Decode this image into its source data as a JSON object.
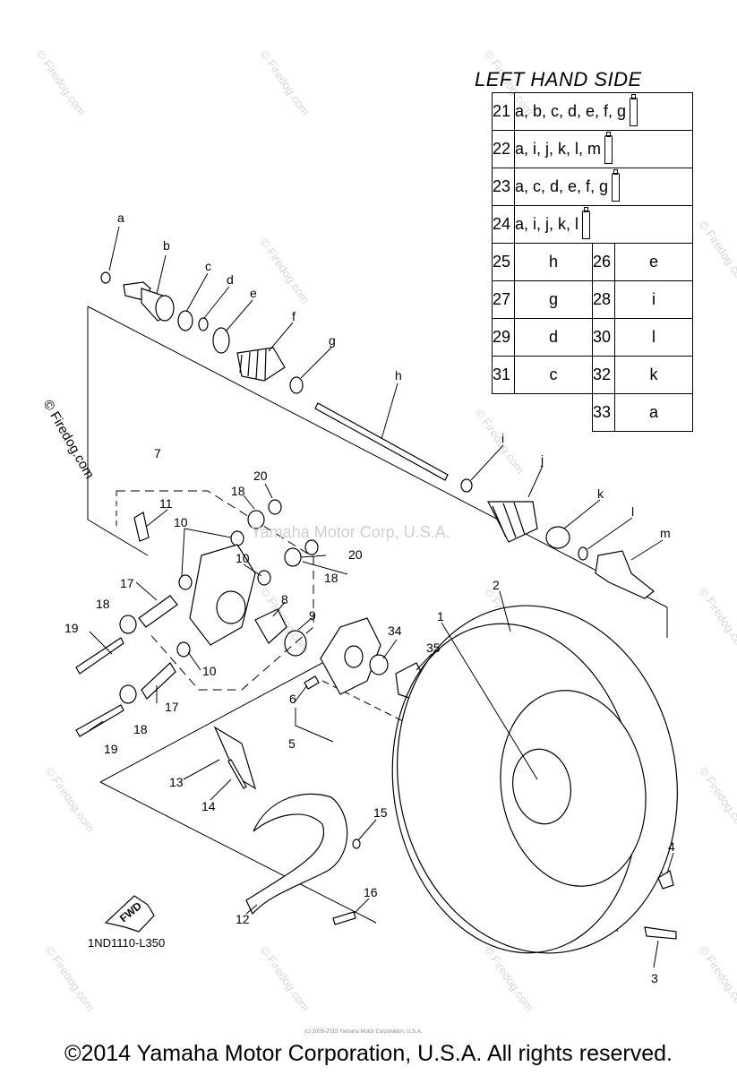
{
  "table": {
    "title": "LEFT HAND SIDE",
    "full_rows": [
      {
        "num": "21",
        "value": "a, b, c, d, e, f, g",
        "icon": "grease-tube-icon"
      },
      {
        "num": "22",
        "value": "a, i, j, k, l, m",
        "icon": "grease-tube-icon"
      },
      {
        "num": "23",
        "value": "a, c, d, e, f, g",
        "icon": "grease-tube-icon"
      },
      {
        "num": "24",
        "value": "a, i, j, k, l",
        "icon": "grease-tube-icon"
      }
    ],
    "pair_rows": [
      {
        "n1": "25",
        "v1": "h",
        "n2": "26",
        "v2": "e"
      },
      {
        "n1": "27",
        "v1": "g",
        "n2": "28",
        "v2": "i"
      },
      {
        "n1": "29",
        "v1": "d",
        "n2": "30",
        "v2": "l"
      },
      {
        "n1": "31",
        "v1": "c",
        "n2": "32",
        "v2": "k"
      },
      {
        "n1": "",
        "v1": "",
        "n2": "33",
        "v2": "a"
      }
    ]
  },
  "labels": {
    "a": "a",
    "b": "b",
    "c": "c",
    "d": "d",
    "e": "e",
    "f": "f",
    "g": "g",
    "h": "h",
    "i": "i",
    "j": "j",
    "k": "k",
    "l": "l",
    "m": "m",
    "p1": "1",
    "p2": "2",
    "p3": "3",
    "p4": "4",
    "p5": "5",
    "p6": "6",
    "p7": "7",
    "p8": "8",
    "p9": "9",
    "p10a": "10",
    "p10b": "10",
    "p10c": "10",
    "p11": "11",
    "p12": "12",
    "p13": "13",
    "p14": "14",
    "p15": "15",
    "p16": "16",
    "p17a": "17",
    "p17b": "17",
    "p18a": "18",
    "p18b": "18",
    "p18c": "18",
    "p18d": "18",
    "p19a": "19",
    "p19b": "19",
    "p20a": "20",
    "p20b": "20",
    "p34": "34",
    "p35": "35"
  },
  "watermark": "© Firedog.com",
  "center_watermark": "Yamaha Motor Corp, U.S.A.",
  "fwd_label": "FWD",
  "part_code": "1ND1110-L350",
  "tiny_credit": "(c) 2005-2015 Yamaha Motor Corporation, U.S.A.",
  "footer": "©2014 Yamaha Motor Corporation, U.S.A. All rights reserved."
}
